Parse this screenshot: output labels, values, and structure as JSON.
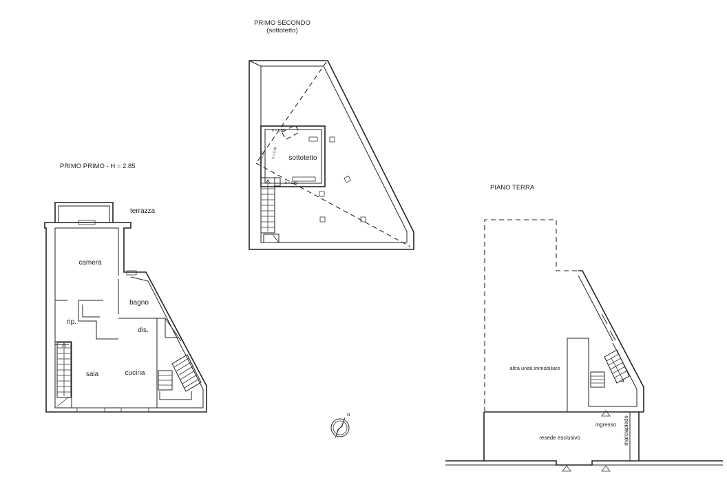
{
  "second_floor": {
    "title": "PRIMO SECONDO",
    "subtitle": "(sottotetto)",
    "room": "sottotetto",
    "heights": [
      "h = 1.80",
      "h = 2.00",
      "h = 2.20",
      "h = 1.80"
    ]
  },
  "first_floor": {
    "title": "PRIMO PRIMO  -  H = 2.85",
    "rooms": {
      "terrazza": "terrazza",
      "camera": "camera",
      "bagno": "bagno",
      "rip": "rip.",
      "dis": "dis.",
      "sala": "sala",
      "cucina": "cucina"
    }
  },
  "ground_floor": {
    "title": "PIANO TERRA",
    "labels": {
      "altra_unita": "altra unità immobiliare",
      "ingresso": "ingresso",
      "resede": "resede esclusivo",
      "marciapiede": "marciapiede"
    }
  },
  "compass": {
    "label": "N"
  }
}
